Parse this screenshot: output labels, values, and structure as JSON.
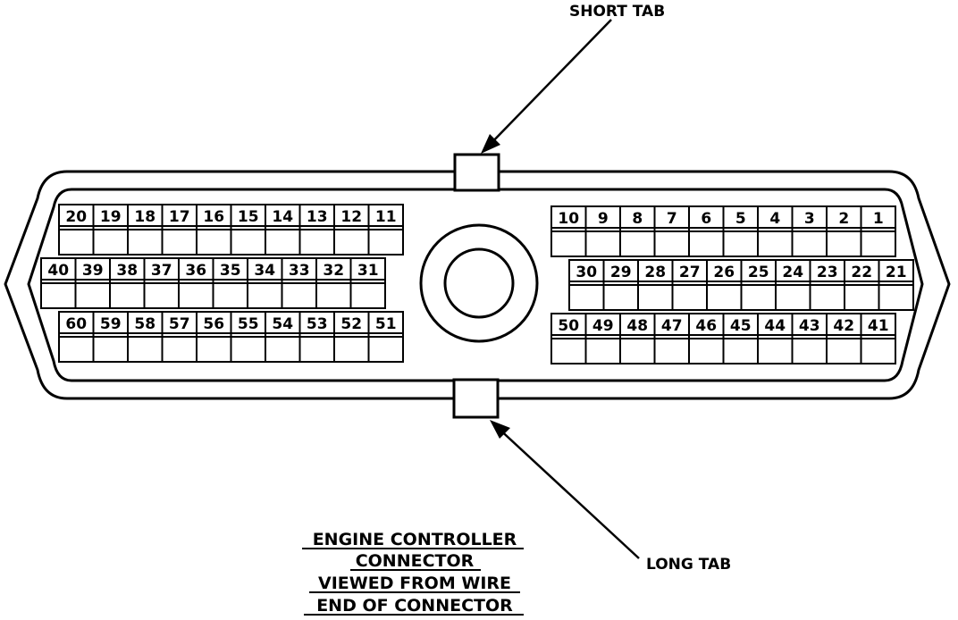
{
  "diagram": {
    "short_tab_label": "SHORT TAB",
    "long_tab_label": "LONG TAB",
    "caption": [
      "ENGINE CONTROLLER",
      "CONNECTOR",
      "VIEWED FROM WIRE",
      "END OF CONNECTOR"
    ],
    "pin_rows": {
      "left_top": [
        "20",
        "19",
        "18",
        "17",
        "16",
        "15",
        "14",
        "13",
        "12",
        "11"
      ],
      "left_mid": [
        "40",
        "39",
        "38",
        "37",
        "36",
        "35",
        "34",
        "33",
        "32",
        "31"
      ],
      "left_bot": [
        "60",
        "59",
        "58",
        "57",
        "56",
        "55",
        "54",
        "53",
        "52",
        "51"
      ],
      "right_top": [
        "10",
        "9",
        "8",
        "7",
        "6",
        "5",
        "4",
        "3",
        "2",
        "1"
      ],
      "right_mid": [
        "30",
        "29",
        "28",
        "27",
        "26",
        "25",
        "24",
        "23",
        "22",
        "21"
      ],
      "right_bot": [
        "50",
        "49",
        "48",
        "47",
        "46",
        "45",
        "44",
        "43",
        "42",
        "41"
      ]
    },
    "line_color": "#000000",
    "background": "#ffffff"
  }
}
